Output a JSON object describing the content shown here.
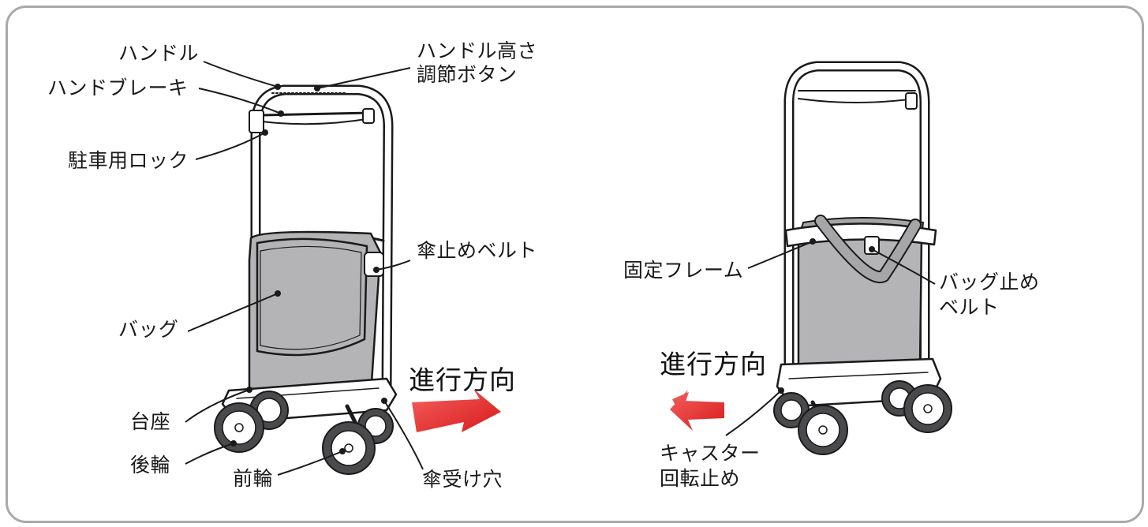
{
  "labels": {
    "handle": "ハンドル",
    "handle_height_line1": "ハンドル高さ",
    "handle_height_line2": "調節ボタン",
    "hand_brake": "ハンドブレーキ",
    "parking_lock": "駐車用ロック",
    "umbrella_belt": "傘止めベルト",
    "bag": "バッグ",
    "base": "台座",
    "rear_wheel": "後輪",
    "front_wheel": "前輪",
    "umbrella_hole": "傘受け穴",
    "fixed_frame": "固定フレーム",
    "bag_belt_line1": "バッグ止め",
    "bag_belt_line2": "ベルト",
    "caster_stop_line1": "キャスター",
    "caster_stop_line2": "回転止め"
  },
  "direction": {
    "left_figure": "進行方向",
    "right_figure": "進行方向"
  },
  "colors": {
    "arrow": "#e8262b",
    "bag": "#b4b4b6",
    "frame_border": "#a9a9a9",
    "line": "#1a1a1a"
  }
}
